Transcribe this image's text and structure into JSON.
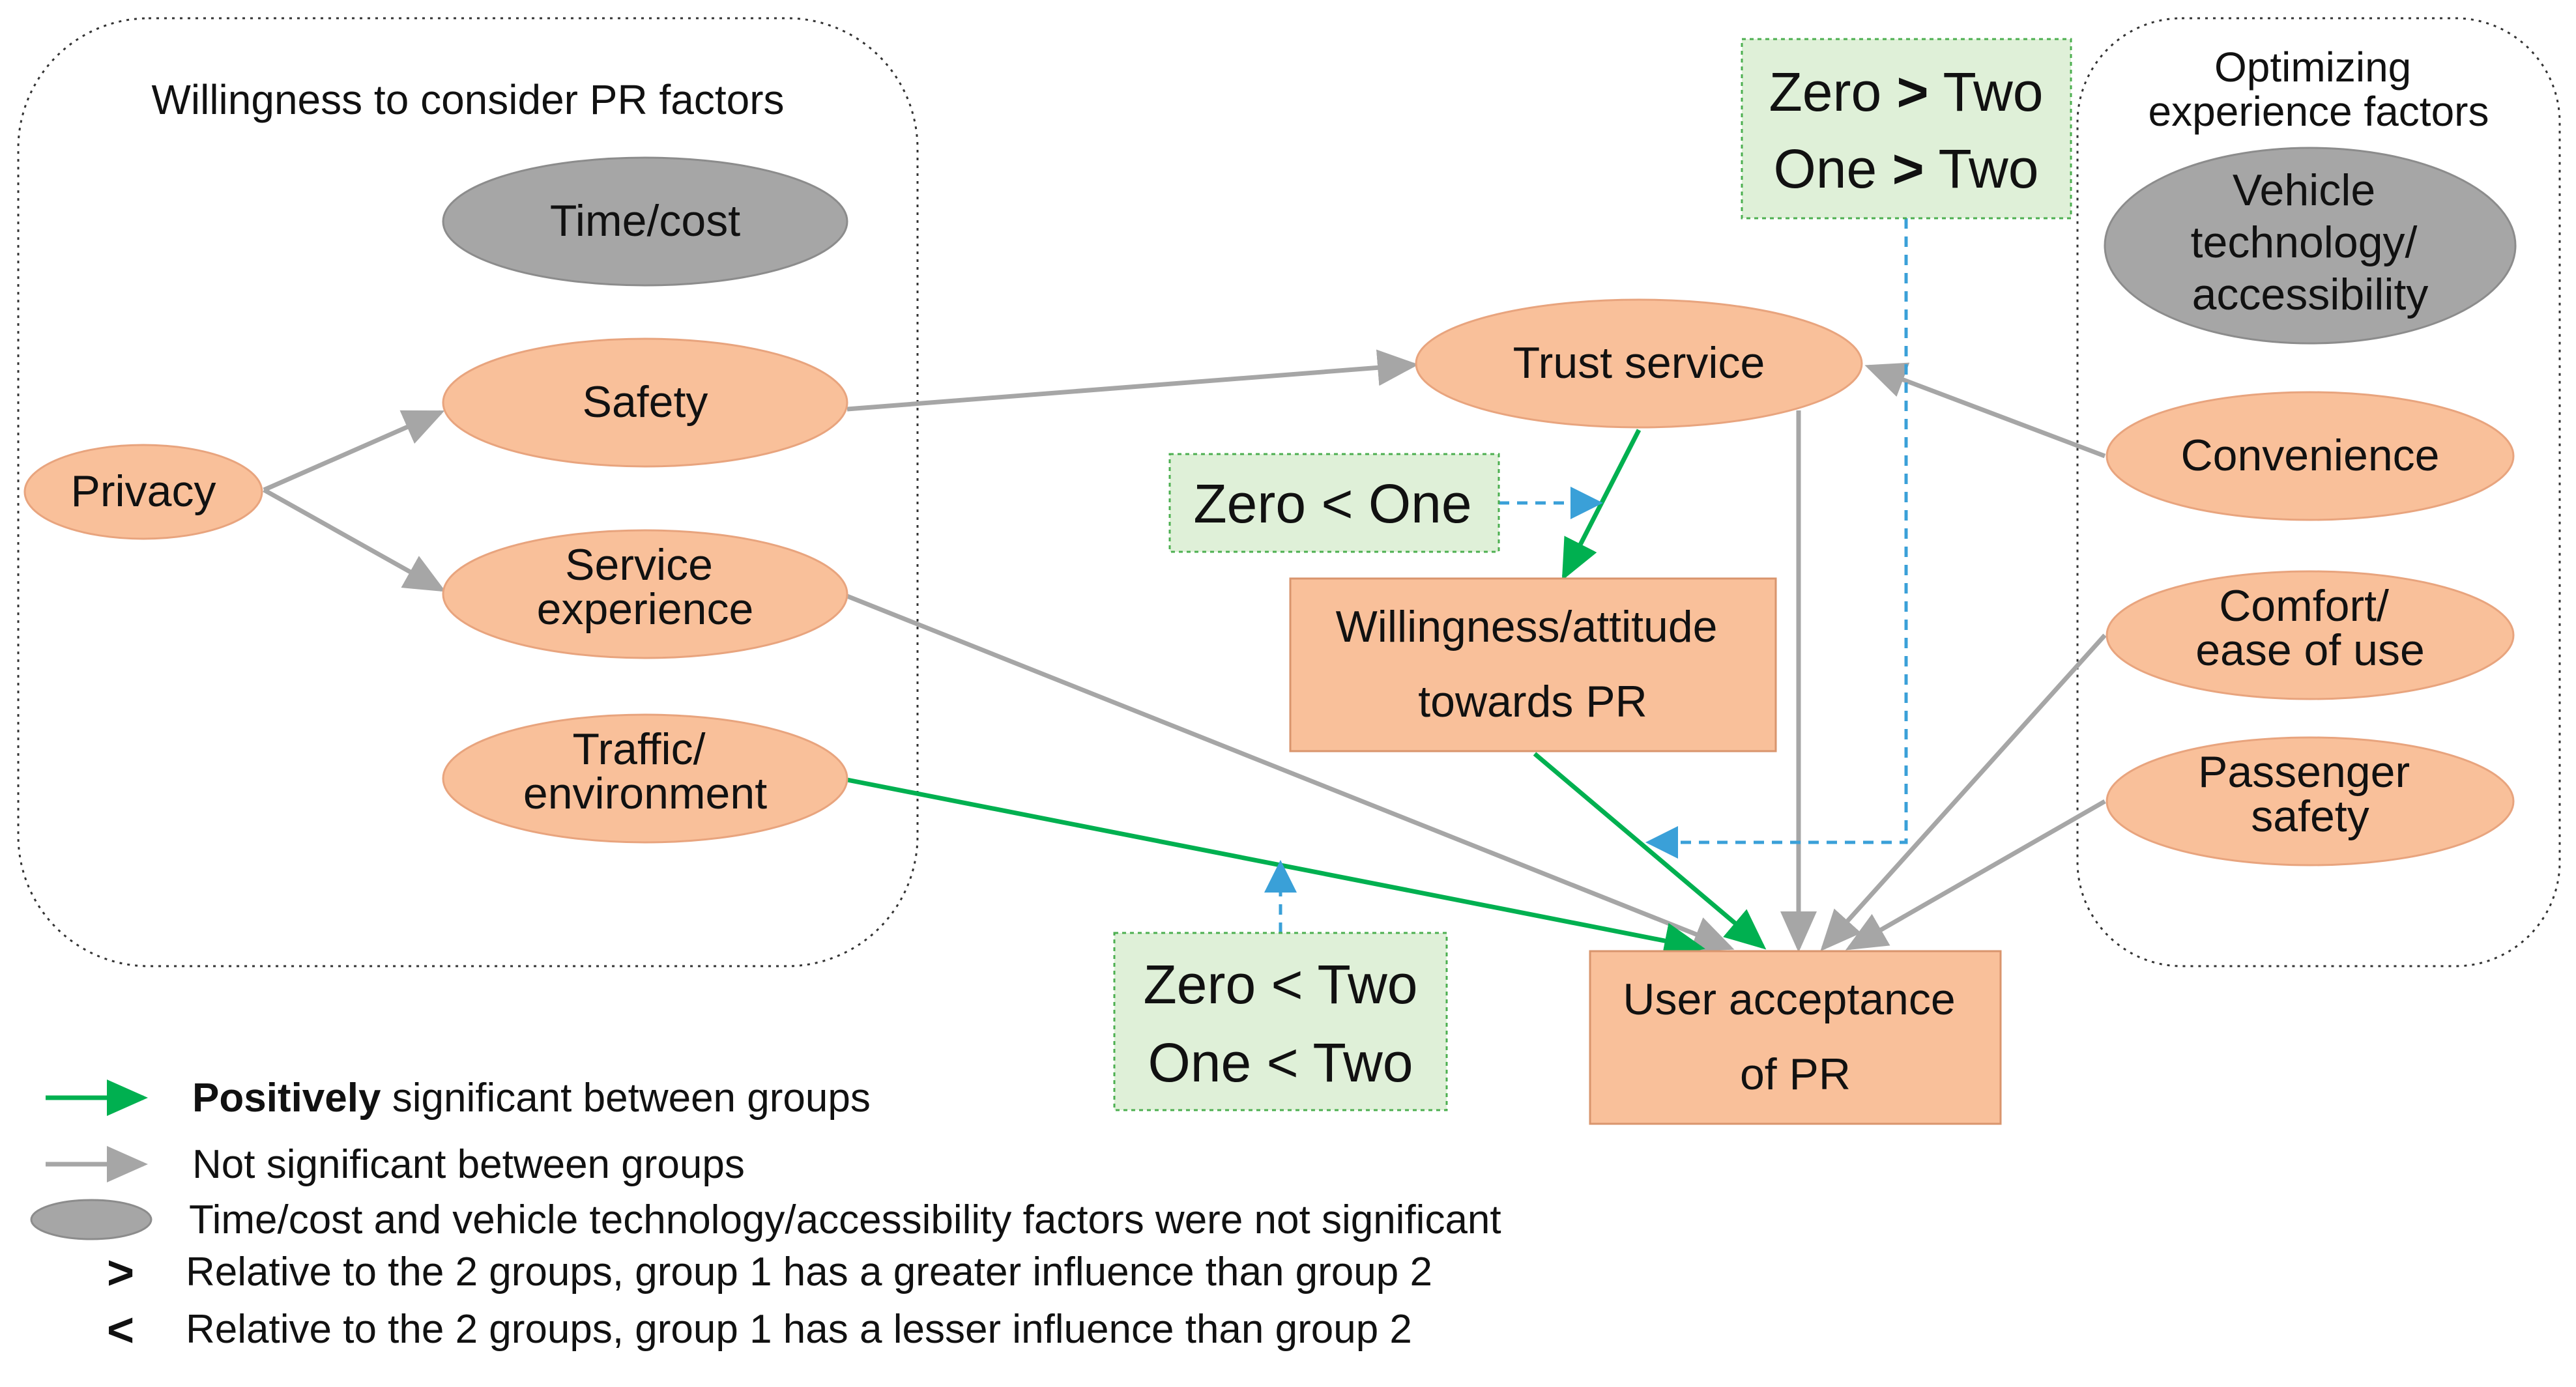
{
  "groups": {
    "willingness": {
      "title": "Willingness to consider PR factors"
    },
    "optimizing": {
      "title_lines": [
        "Optimizing",
        "experience factors"
      ]
    }
  },
  "nodes": {
    "time_cost": {
      "lines": [
        "Time/cost"
      ]
    },
    "safety": {
      "lines": [
        "Safety"
      ]
    },
    "privacy": {
      "lines": [
        "Privacy"
      ]
    },
    "service_experience": {
      "lines": [
        "Service",
        "experience"
      ]
    },
    "traffic_environment": {
      "lines": [
        "Traffic/",
        "environment"
      ]
    },
    "trust_service": {
      "lines": [
        "Trust service"
      ]
    },
    "willingness_attitude": {
      "lines": [
        "Willingness/attitude",
        "towards PR"
      ]
    },
    "user_acceptance": {
      "lines": [
        "User acceptance",
        "of PR"
      ]
    },
    "vehicle_technology": {
      "lines": [
        "Vehicle",
        "technology/",
        "accessibility"
      ]
    },
    "convenience": {
      "lines": [
        "Convenience"
      ]
    },
    "comfort": {
      "lines": [
        "Comfort/",
        "ease of use"
      ]
    },
    "passenger_safety": {
      "lines": [
        "Passenger",
        "safety"
      ]
    }
  },
  "comparisons": {
    "top": {
      "line1": {
        "left": "Zero",
        "op": ">",
        "right": "Two"
      },
      "line2": {
        "left": "One",
        "op": ">",
        "right": "Two"
      }
    },
    "middle": {
      "line1": {
        "left": "Zero",
        "op": "<",
        "right": "One"
      }
    },
    "bottom": {
      "line1": {
        "left": "Zero",
        "op": "<",
        "right": "Two"
      },
      "line2": {
        "left": "One",
        "op": "<",
        "right": "Two"
      }
    }
  },
  "legend": {
    "green": {
      "bold": "Positively",
      "rest": " significant between groups"
    },
    "gray": {
      "text": "Not significant between groups"
    },
    "ellipse": {
      "text": "Time/cost and vehicle technology/accessibility factors were not significant"
    },
    "greater": {
      "symbol": ">",
      "text": "Relative to the 2 groups, group 1 has a greater influence than group 2"
    },
    "lesser": {
      "symbol": "<",
      "text": "Relative to the 2 groups, group 1 has a lesser influence than group 2"
    }
  },
  "colors": {
    "orange_fill": "#f9c09a",
    "orange_stroke": "#e8a47e",
    "gray_fill": "#a6a6a6",
    "gray_stroke": "#8c8c8c",
    "green_arrow": "#00b050",
    "gray_arrow": "#a6a6a6",
    "blue_dashed": "#3aa0d8",
    "comparison_fill": "#dff0d8",
    "comparison_stroke": "#4caf50"
  }
}
